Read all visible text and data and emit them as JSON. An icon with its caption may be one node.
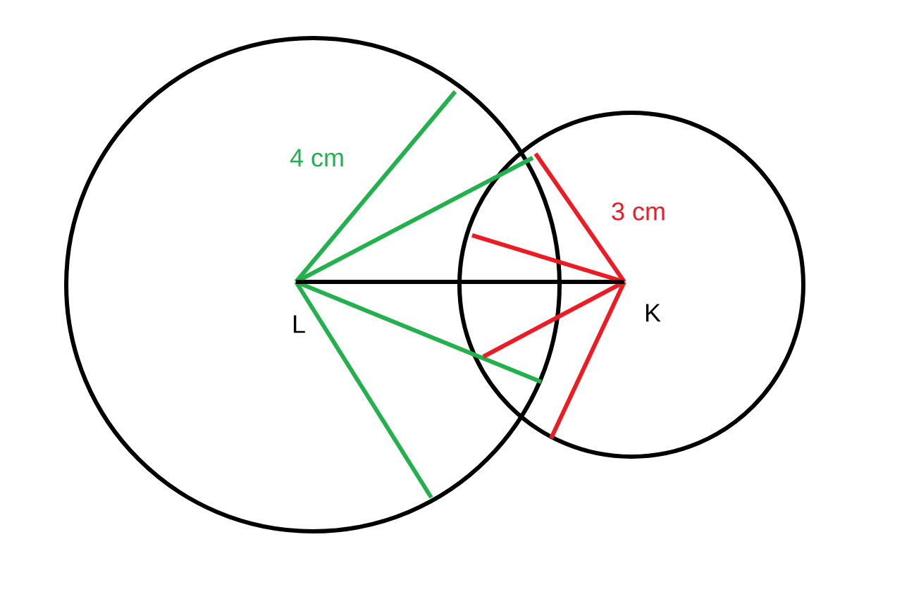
{
  "diagram": {
    "labels": [
      "4 cm",
      "3 cm",
      "L",
      "K"
    ]
  }
}
